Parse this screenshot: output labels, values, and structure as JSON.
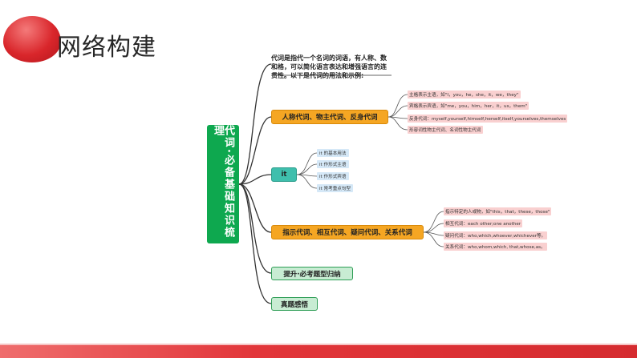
{
  "header": {
    "title": "网络构建"
  },
  "mindmap": {
    "root": "代词·必备基础知识梳理",
    "intro": "代词是指代一个名词的词语，有人称、数和格，可以简化语言表达和增强语言的连贯性。以下是代词的用法和示例:",
    "branch1": {
      "label": "人称代词、物主代词、反身代词",
      "items": [
        "主格表示主语，如\"I，you，he，she，it，we，they\"",
        "宾格表示宾语，如\"me，you，him，her，it，us，them\"",
        "反身代词：myself,yourself,himself,herself,itself,yourselves,themselves",
        "形容词性物主代词、名词性物主代词"
      ]
    },
    "branch2": {
      "label": "it",
      "items": [
        "it 的基本用法",
        "it 作形式主语",
        "it 作形式宾语",
        "it 常考重点句型"
      ]
    },
    "branch3": {
      "label": "指示代词、相互代词、疑问代词、关系代词",
      "items": [
        "指示特定的人或物，如\"this，that，these，those\"",
        "相互代词：each other;one another",
        "疑问代词：who,which,whoever,whichever等。",
        "关系代词：who,whom,which, that,whose,as。"
      ]
    },
    "branch4": {
      "label": "提升·必考题型归纳"
    },
    "branch5": {
      "label": "真题感悟"
    }
  }
}
